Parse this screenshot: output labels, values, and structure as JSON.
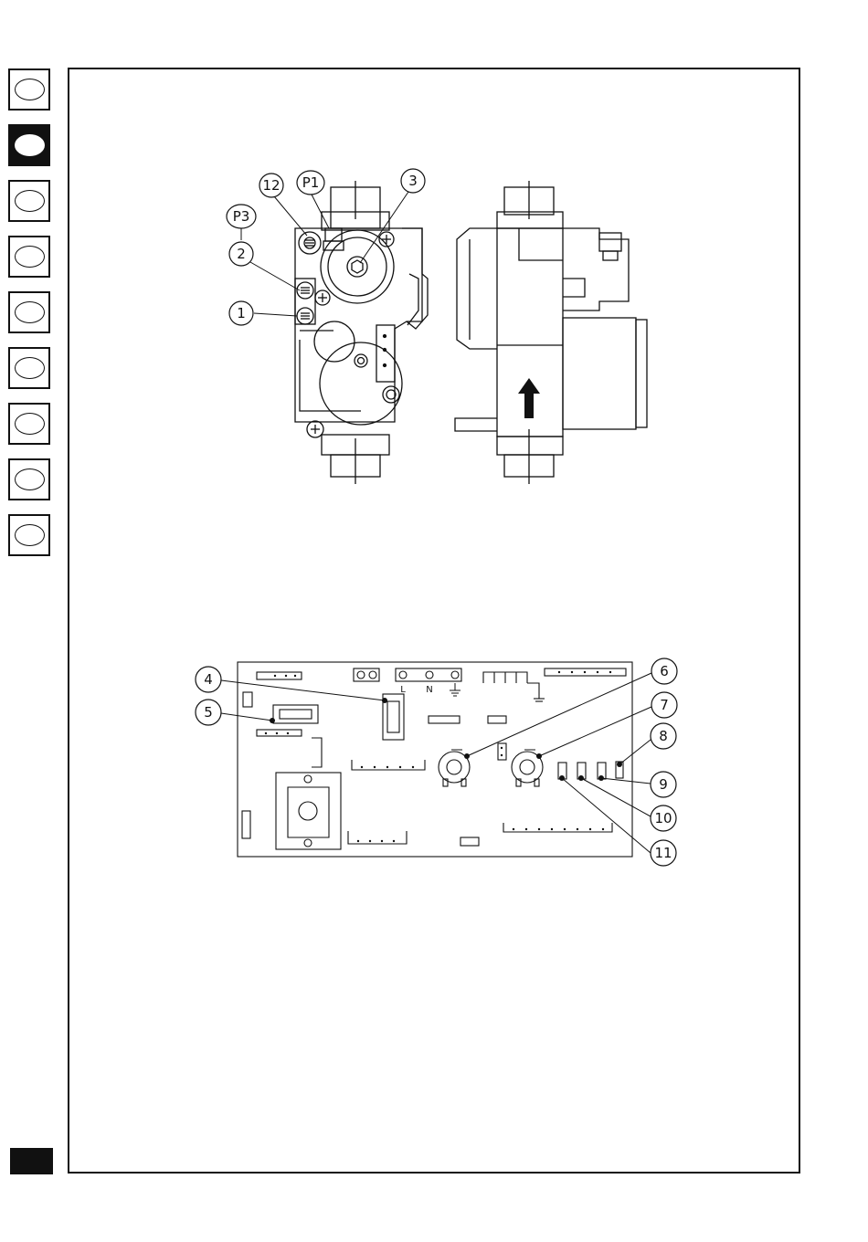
{
  "language_tabs": [
    {
      "id": "tab-1",
      "active": false
    },
    {
      "id": "tab-2",
      "active": true
    },
    {
      "id": "tab-3",
      "active": false
    },
    {
      "id": "tab-4",
      "active": false
    },
    {
      "id": "tab-5",
      "active": false
    },
    {
      "id": "tab-6",
      "active": false
    },
    {
      "id": "tab-7",
      "active": false
    },
    {
      "id": "tab-8",
      "active": false
    },
    {
      "id": "tab-9",
      "active": false
    }
  ],
  "gas_valve": {
    "callouts": {
      "c12": "12",
      "p1": "P1",
      "c3": "3",
      "p3": "P3",
      "c2": "2",
      "c1": "1"
    }
  },
  "pcb": {
    "terminals": {
      "live": "L",
      "neutral": "N"
    },
    "callouts": {
      "c4": "4",
      "c5": "5",
      "c6": "6",
      "c7": "7",
      "c8": "8",
      "c9": "9",
      "c10": "10",
      "c11": "11"
    }
  },
  "colors": {
    "ink": "#111111",
    "paper": "#ffffff"
  }
}
